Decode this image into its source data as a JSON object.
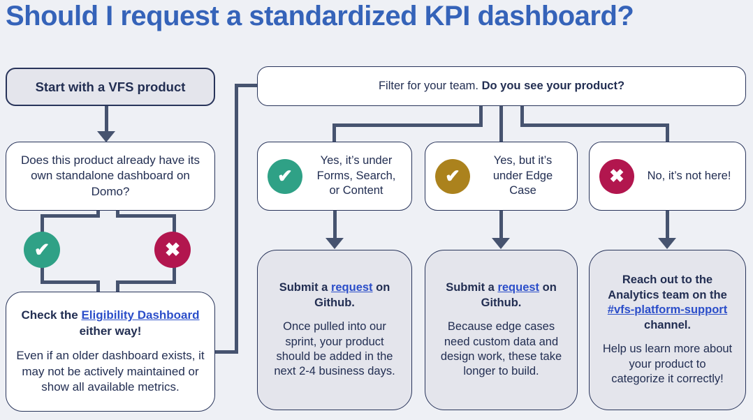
{
  "title": "Should I request a standardized KPI dashboard?",
  "colors": {
    "background": "#eef0f5",
    "title_blue": "#3563b9",
    "navy_text": "#222e52",
    "connector": "#46536f",
    "link_blue": "#2b4ec9",
    "green": "#2fa186",
    "gold": "#ab821d",
    "crimson": "#b2164e",
    "gray_fill": "#e4e5ec"
  },
  "icons": {
    "check_glyph": "✔",
    "x_glyph": "✖"
  },
  "left": {
    "start_label": "Start with a VFS product",
    "question": "Does this product already have its own standalone dashboard on Domo?",
    "result": {
      "bold_prefix": "Check the ",
      "link_text": "Eligibility Dashboard",
      "bold_suffix": " either way!",
      "body": "Even if an older dashboard exists, it may not be actively maintained or show all available metrics."
    }
  },
  "flow": {
    "filter_regular": "Filter for your team. ",
    "filter_bold": "Do you see your product?",
    "branches": [
      {
        "icon": "check-icon",
        "label": "Yes, it’s under Forms, Search, or Content",
        "outcome_bold_prefix": "Submit a ",
        "outcome_link": "request",
        "outcome_bold_suffix": " on Github.",
        "outcome_body": "Once pulled into our sprint, your product should be added in the next 2-4 business days."
      },
      {
        "icon": "check-icon",
        "label": "Yes, but it’s under Edge Case",
        "outcome_bold_prefix": "Submit a ",
        "outcome_link": "request",
        "outcome_bold_suffix": " on Github.",
        "outcome_body": "Because edge cases need custom data and design work, these take longer to build."
      },
      {
        "icon": "x-icon",
        "label": "No, it’s not here!",
        "outcome_bold_prefix": "Reach out to the Analytics team on the ",
        "outcome_link": "#vfs-platform-support",
        "outcome_bold_suffix": " channel.",
        "outcome_body": "Help us  learn more about your product to categorize it correctly!"
      }
    ]
  }
}
